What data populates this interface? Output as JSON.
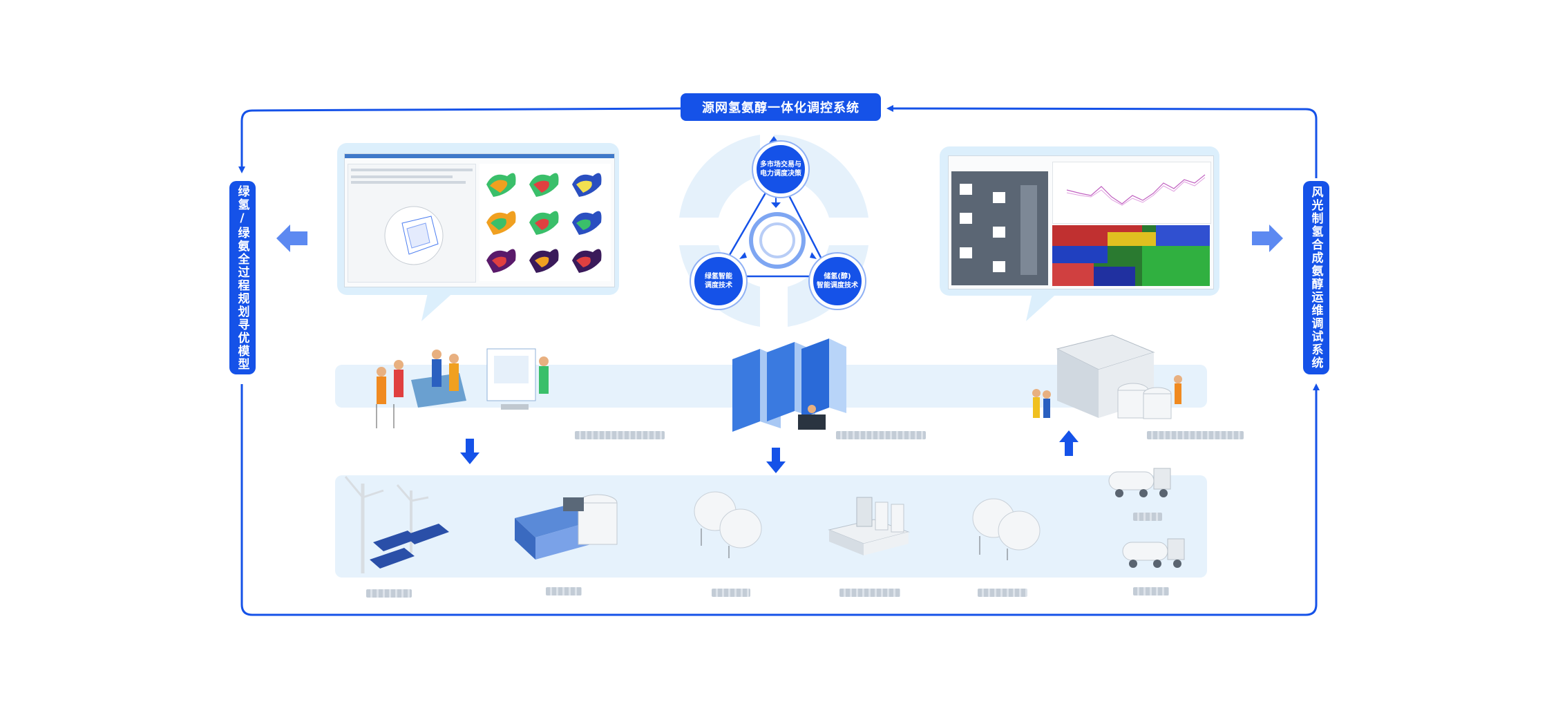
{
  "title": "源网氢氨醇一体化调控系统",
  "left_panel": "绿氢/绿氨全过程规划寻优模型",
  "right_panel": "风光制氢合成氨醇运维调试系统",
  "hub_nodes": [
    {
      "label_line1": "多市场交易与",
      "label_line2": "电力调度决策"
    },
    {
      "label_line1": "绿氢智能",
      "label_line2": "调度技术"
    },
    {
      "label_line1": "储氢(醇)",
      "label_line2": "智能调度技术"
    }
  ],
  "colors": {
    "accent": "#1552e8",
    "panel_bg": "#dceffc",
    "band_bg": "#e6f2fc"
  }
}
